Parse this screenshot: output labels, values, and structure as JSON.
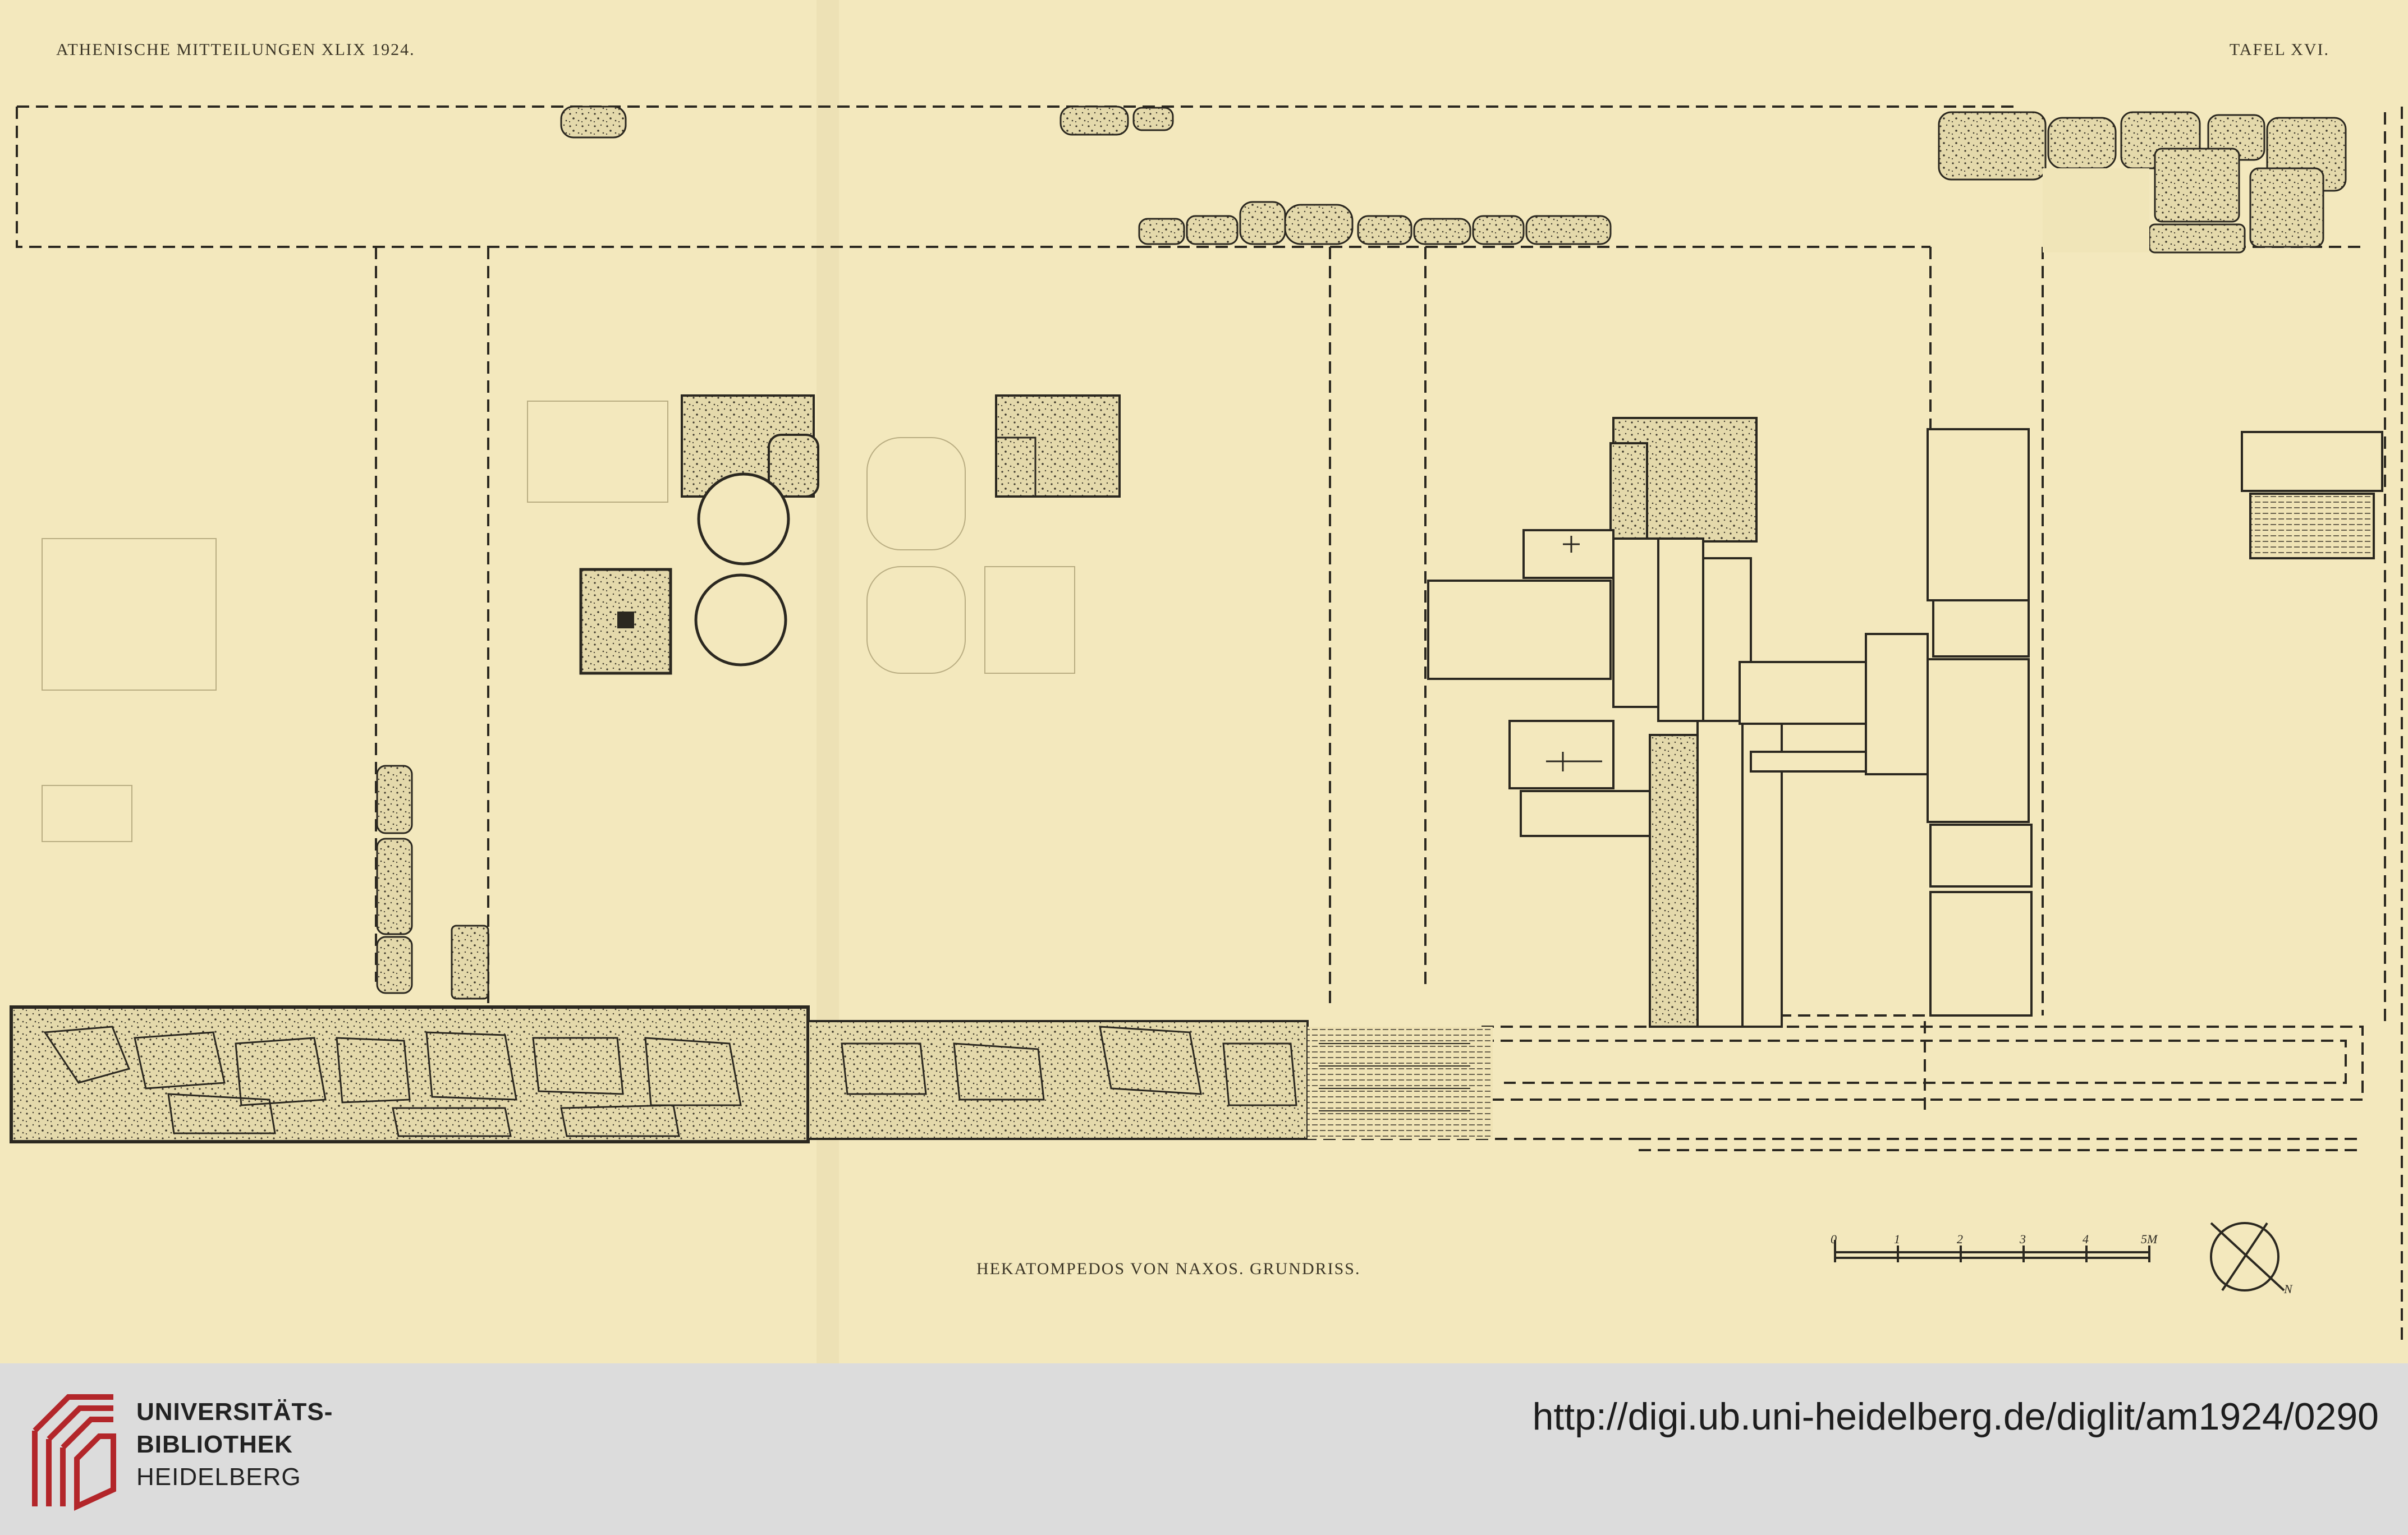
{
  "plate": {
    "header_left": "ATHENISCHE MITTEILUNGEN XLIX 1924.",
    "header_right": "TAFEL XVI.",
    "caption": "HEKATOMPEDOS VON NAXOS.  GRUNDRISS.",
    "scale_labels": [
      "0",
      "1",
      "2",
      "3",
      "4",
      "5M"
    ],
    "north_label": "N"
  },
  "footer": {
    "library_line1": "UNIVERSITÄTS-",
    "library_line2": "BIBLIOTHEK",
    "library_line3": "HEIDELBERG",
    "url": "http://digi.ub.uni-heidelberg.de/diglit/am1924/0290",
    "logo_color": "#b3262a"
  },
  "colors": {
    "paper": "#f3e8bd",
    "ink": "#2b2820",
    "stone": "#e2d7a9",
    "footer_bg": "#dcdcdc"
  }
}
